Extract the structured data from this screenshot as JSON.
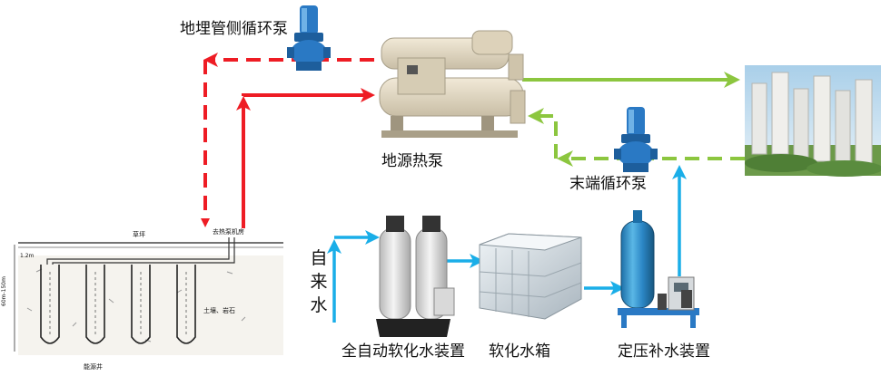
{
  "labels": {
    "ground_pump": "地埋管侧循环泵",
    "heat_pump": "地源热泵",
    "terminal_pump": "末端循环泵",
    "tap_water": [
      "自",
      "来",
      "水"
    ],
    "softener": "全自动软化水装置",
    "soft_tank": "软化水箱",
    "pressure_device": "定压补水装置"
  },
  "ground_section": {
    "grass": "草坪",
    "machine_room": "去热泵机房",
    "soil": "土壤、岩石",
    "well": "能源井",
    "depth_top": "1.2m",
    "depth_total": "60m-150m"
  },
  "colors": {
    "supply_red": "#ee1c24",
    "return_green": "#8cc63f",
    "water_blue": "#1aaee8",
    "pump_blue": "#2a79c4"
  },
  "icons": [
    "pump-icon",
    "heat-pump-unit",
    "building-image",
    "softener-tank",
    "water-tank",
    "pressure-tank"
  ]
}
